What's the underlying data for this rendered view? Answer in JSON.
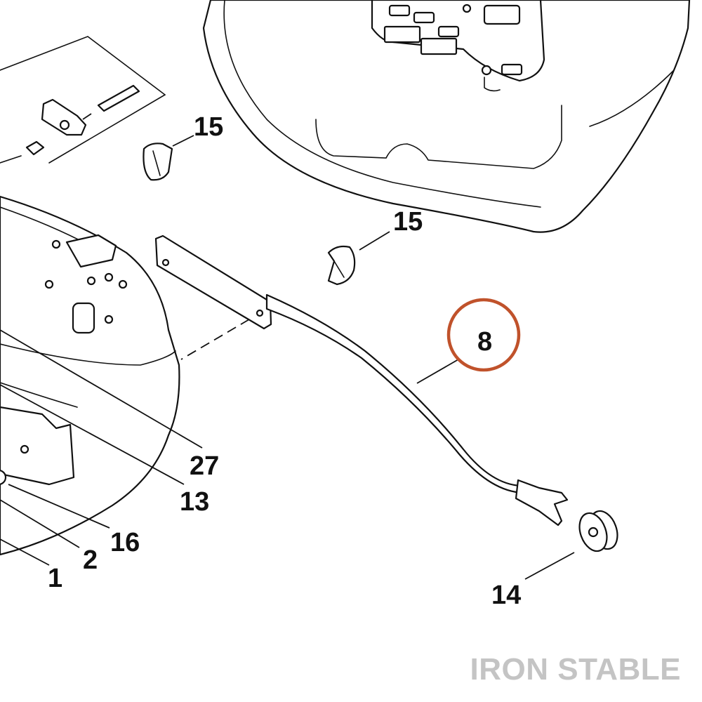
{
  "callouts": {
    "c15a": "15",
    "c15b": "15",
    "c8": "8",
    "c27": "27",
    "c13": "13",
    "c16": "16",
    "c2": "2",
    "c1": "1",
    "c14": "14"
  },
  "highlight": {
    "color": "#c0522b",
    "target_label": "8"
  },
  "watermark": {
    "text": "IRON STABLE",
    "color": "#c4c4c4"
  }
}
